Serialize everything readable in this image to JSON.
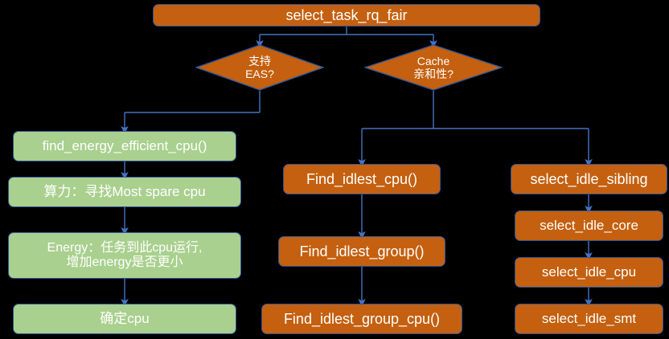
{
  "diagram": {
    "title": "select_task_rq_fair flow",
    "background_color": "#000000",
    "colors": {
      "orange": "#c4600f",
      "green": "#a9d08e",
      "border": "#2f5597",
      "connector": "#4472c4",
      "text": "#ffffff"
    },
    "nodes": {
      "root": {
        "label": "select_task_rq_fair"
      },
      "decision_eas": {
        "line1": "支持",
        "line2": "EAS?"
      },
      "decision_cache": {
        "line1": "Cache",
        "line2": "亲和性?"
      },
      "left": [
        {
          "label": "find_energy_efficient_cpu()"
        },
        {
          "label": "算力：寻找Most spare cpu"
        },
        {
          "line1": "Energy：任务到此cpu运行,",
          "line2": "增加energy是否更小"
        },
        {
          "label": "确定cpu"
        }
      ],
      "middle": [
        {
          "label": "Find_idlest_cpu()"
        },
        {
          "label": "Find_idlest_group()"
        },
        {
          "label": "Find_idlest_group_cpu()"
        }
      ],
      "right": [
        {
          "label": "select_idle_sibling"
        },
        {
          "label": "select_idle_core"
        },
        {
          "label": "select_idle_cpu"
        },
        {
          "label": "select_idle_smt"
        }
      ]
    }
  }
}
